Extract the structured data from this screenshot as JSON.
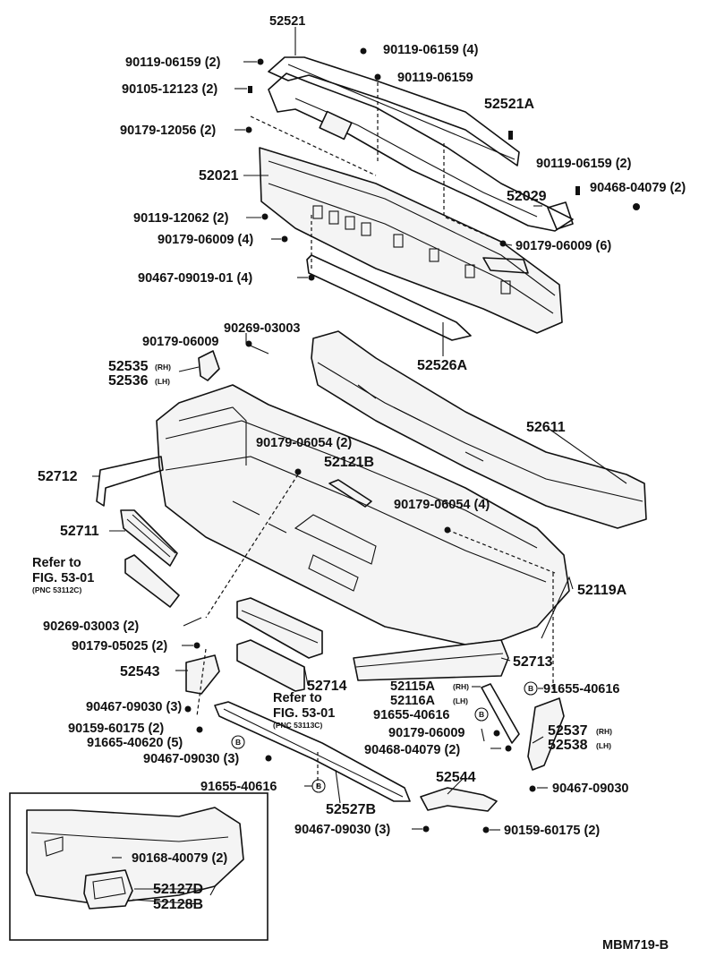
{
  "diagram": {
    "footer_code": "MBM719-B",
    "labels": {
      "p52521": "52521",
      "b90119_06159_4": "90119-06159 (4)",
      "b90119_06159_2a": "90119-06159 (2)",
      "b90105_12123_2": "90105-12123 (2)",
      "b90119_06159": "90119-06159",
      "p52521A": "52521A",
      "b90179_12056_2": "90179-12056 (2)",
      "b90119_06159_2b": "90119-06159 (2)",
      "p52021": "52021",
      "b90468_04079_2a": "90468-04079 (2)",
      "p52029": "52029",
      "b90119_12062_2": "90119-12062 (2)",
      "b90179_06009_4": "90179-06009 (4)",
      "b90179_06009_6": "90179-06009 (6)",
      "b90467_09019_01_4": "90467-09019-01 (4)",
      "p52526A": "52526A",
      "b90269_03003a": "90269-03003",
      "b90179_06009a": "90179-06009",
      "p52535": "52535",
      "p52535_side": "(RH)",
      "p52536": "52536",
      "p52536_side": "(LH)",
      "p52611": "52611",
      "b90179_06054_2": "90179-06054 (2)",
      "p52121B": "52121B",
      "p52712": "52712",
      "b90179_06054_4": "90179-06054 (4)",
      "p52711": "52711",
      "ref1_a": "Refer to",
      "ref1_b": "FIG. 53-01",
      "ref1_c": "(PNC 53112C)",
      "p52119A": "52119A",
      "b90269_03003_2": "90269-03003 (2)",
      "b90179_05025_2": "90179-05025 (2)",
      "p52713": "52713",
      "p52543": "52543",
      "p52714": "52714",
      "p52115A": "52115A",
      "p52115A_side": "(RH)",
      "p52116A": "52116A",
      "p52116A_side": "(LH)",
      "b91655_40616a": "91655-40616",
      "b90467_09030_3a": "90467-09030 (3)",
      "ref2_a": "Refer to",
      "ref2_b": "FIG. 53-01",
      "ref2_c": "(PNC 53113C)",
      "b91655_40616b": "91655-40616",
      "b90159_60175_2a": "90159-60175 (2)",
      "b90179_06009b": "90179-06009",
      "p52537": "52537",
      "p52537_side": "(RH)",
      "b91665_40620_5": "91665-40620 (5)",
      "b90468_04079_2b": "90468-04079 (2)",
      "p52538": "52538",
      "p52538_side": "(LH)",
      "b90467_09030_3b": "90467-09030 (3)",
      "b90467_09030": "90467-09030",
      "b91655_40616c": "91655-40616",
      "p52544": "52544",
      "p52527B": "52527B",
      "b90467_09030_3c": "90467-09030 (3)",
      "b90159_60175_2b": "90159-60175 (2)",
      "b90168_40079_2": "90168-40079 (2)",
      "p52127D": "52127D",
      "p52128B": "52128B",
      "clip_mark": "B"
    }
  }
}
